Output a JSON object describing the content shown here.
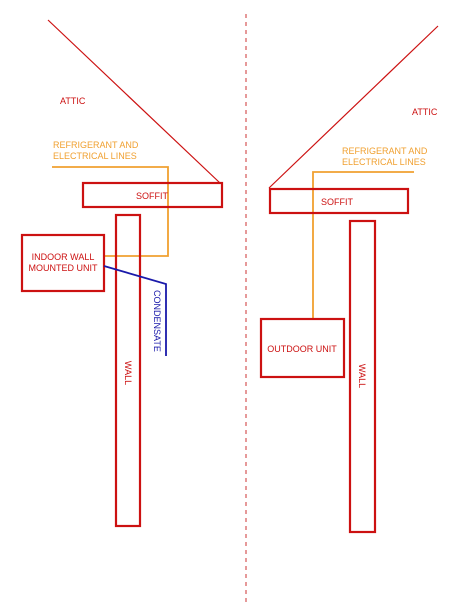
{
  "colors": {
    "structure": "#cc1111",
    "refrigerant": "#f0a030",
    "condensate": "#1a1aaa",
    "divider": "#cc3333"
  },
  "left": {
    "attic": "ATTIC",
    "refrigerant_line1": "REFRIGERANT AND",
    "refrigerant_line2": "ELECTRICAL LINES",
    "soffit": "SOFFIT",
    "indoor_unit_line1": "INDOOR WALL",
    "indoor_unit_line2": "MOUNTED UNIT",
    "condensate": "CONDENSATE",
    "wall": "WALL"
  },
  "right": {
    "attic": "ATTIC",
    "refrigerant_line1": "REFRIGERANT AND",
    "refrigerant_line2": "ELECTRICAL LINES",
    "soffit": "SOFFIT",
    "outdoor_unit": "OUTDOOR UNIT",
    "wall": "WALL"
  }
}
